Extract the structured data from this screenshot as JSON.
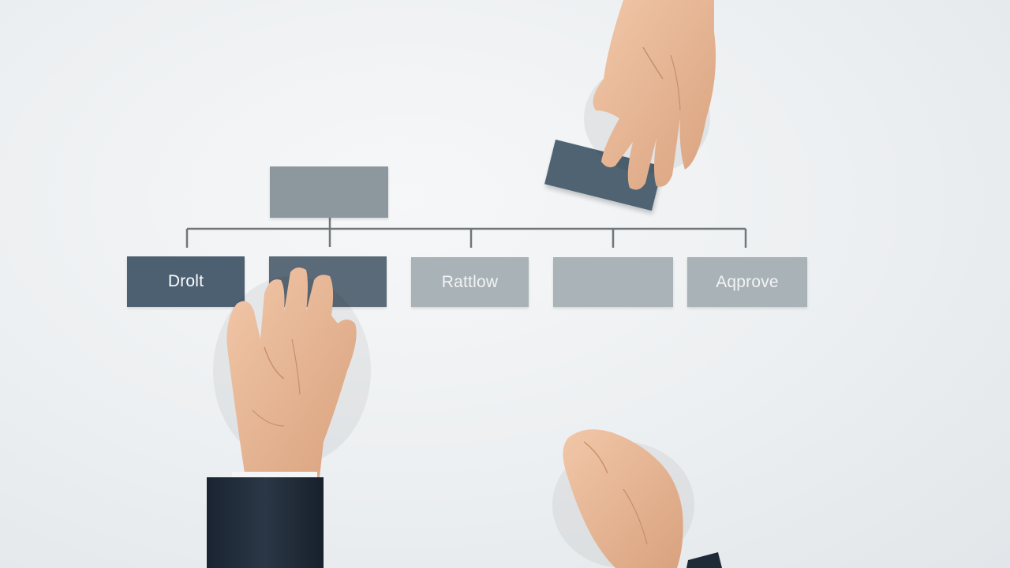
{
  "diagram": {
    "boxes": [
      {
        "label": "Drolt"
      },
      {
        "label": ""
      },
      {
        "label": "Rattlow"
      },
      {
        "label": ""
      },
      {
        "label": "Aqprove"
      }
    ]
  },
  "colors": {
    "background": "#eceff1",
    "dark_card": "#4d6072",
    "light_card": "#a9b2b7",
    "connector": "#6f777c",
    "skin": "#e7b594",
    "sleeve": "#1f2a38"
  }
}
